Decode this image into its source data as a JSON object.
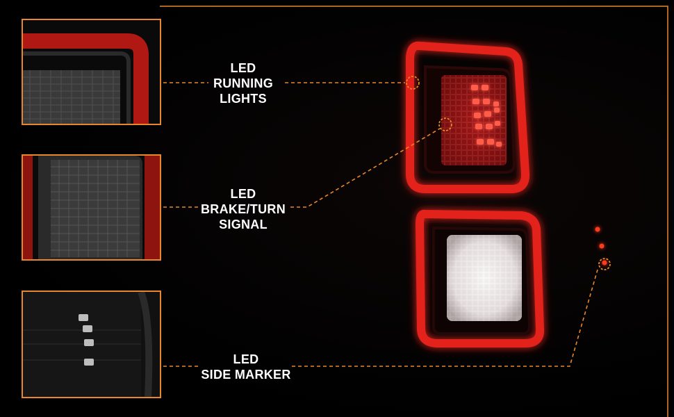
{
  "colors": {
    "accent": "#e8872b",
    "red_glow": "#e0201a",
    "background": "#000000"
  },
  "callouts": [
    {
      "lines": [
        "LED",
        "RUNNING",
        "LIGHTS"
      ]
    },
    {
      "lines": [
        "LED",
        "BRAKE/TURN",
        "SIGNAL"
      ]
    },
    {
      "lines": [
        "LED",
        "SIDE MARKER"
      ]
    }
  ]
}
